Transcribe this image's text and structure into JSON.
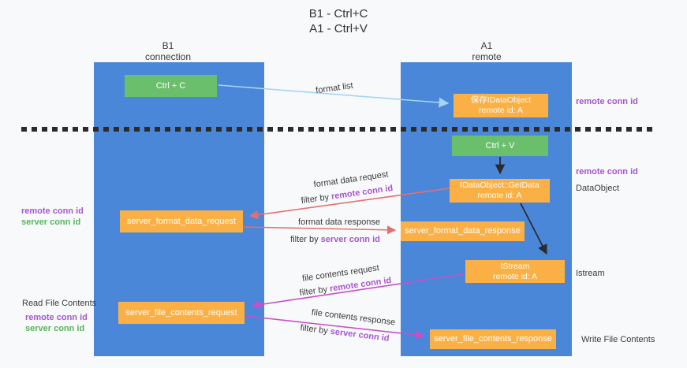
{
  "title": {
    "line1": "B1 - Ctrl+C",
    "line2": "A1 - Ctrl+V"
  },
  "columns": {
    "left": {
      "name": "B1",
      "role": "connection"
    },
    "right": {
      "name": "A1",
      "role": "remote"
    }
  },
  "boxes": {
    "ctrl_c": {
      "label": "Ctrl + C"
    },
    "save_dataobject": {
      "line1": "保存IDataObject",
      "line2": "remote id: A"
    },
    "ctrl_v": {
      "label": "Ctrl + V"
    },
    "getdata": {
      "line1": "IDataObject::GetData",
      "line2": "remote id: A"
    },
    "format_request": {
      "label": "server_format_data_request"
    },
    "format_response": {
      "label": "server_format_data_response"
    },
    "istream": {
      "line1": "IStream",
      "line2": "remote id: A"
    },
    "file_request": {
      "label": "server_file_contents_request"
    },
    "file_response": {
      "label": "server_file_contents_response"
    }
  },
  "arrow_labels": {
    "format_list": "format list",
    "format_data_request": "format data request",
    "format_data_request_filter": {
      "prefix": "filter by ",
      "key": "remote conn id"
    },
    "format_data_response": "format data response",
    "format_data_response_filter": {
      "prefix": "filter by ",
      "key": "server conn id"
    },
    "file_contents_request": "file contents request",
    "file_contents_request_filter": {
      "prefix": "filter by ",
      "key": "remote conn id"
    },
    "file_contents_response": "file contents response",
    "file_contents_response_filter": {
      "prefix": "filter by ",
      "key": "server conn id"
    }
  },
  "side_labels": {
    "left": {
      "remote_conn_id_1": "remote conn id",
      "server_conn_id_1": "server conn id",
      "read_file_contents": "Read File Contents",
      "remote_conn_id_2": "remote conn id",
      "server_conn_id_2": "server conn id"
    },
    "right": {
      "remote_conn_id_1": "remote conn id",
      "remote_conn_id_2": "remote conn id",
      "dataobject": "DataObject",
      "istream": "Istream",
      "write_file_contents": "Write File Contents"
    }
  },
  "colors": {
    "column_blue": "#4b87d9",
    "box_green": "#6abf6d",
    "box_orange": "#fab045",
    "arrow_lightblue": "#a5d5f2",
    "arrow_salmon": "#e86e6e",
    "arrow_magenta": "#c94fc9",
    "arrow_black": "#2b2b2b",
    "text_purple": "#a855d2",
    "text_green": "#58b558",
    "text_dark": "#3b3b3b",
    "background": "#f8f9fa"
  }
}
